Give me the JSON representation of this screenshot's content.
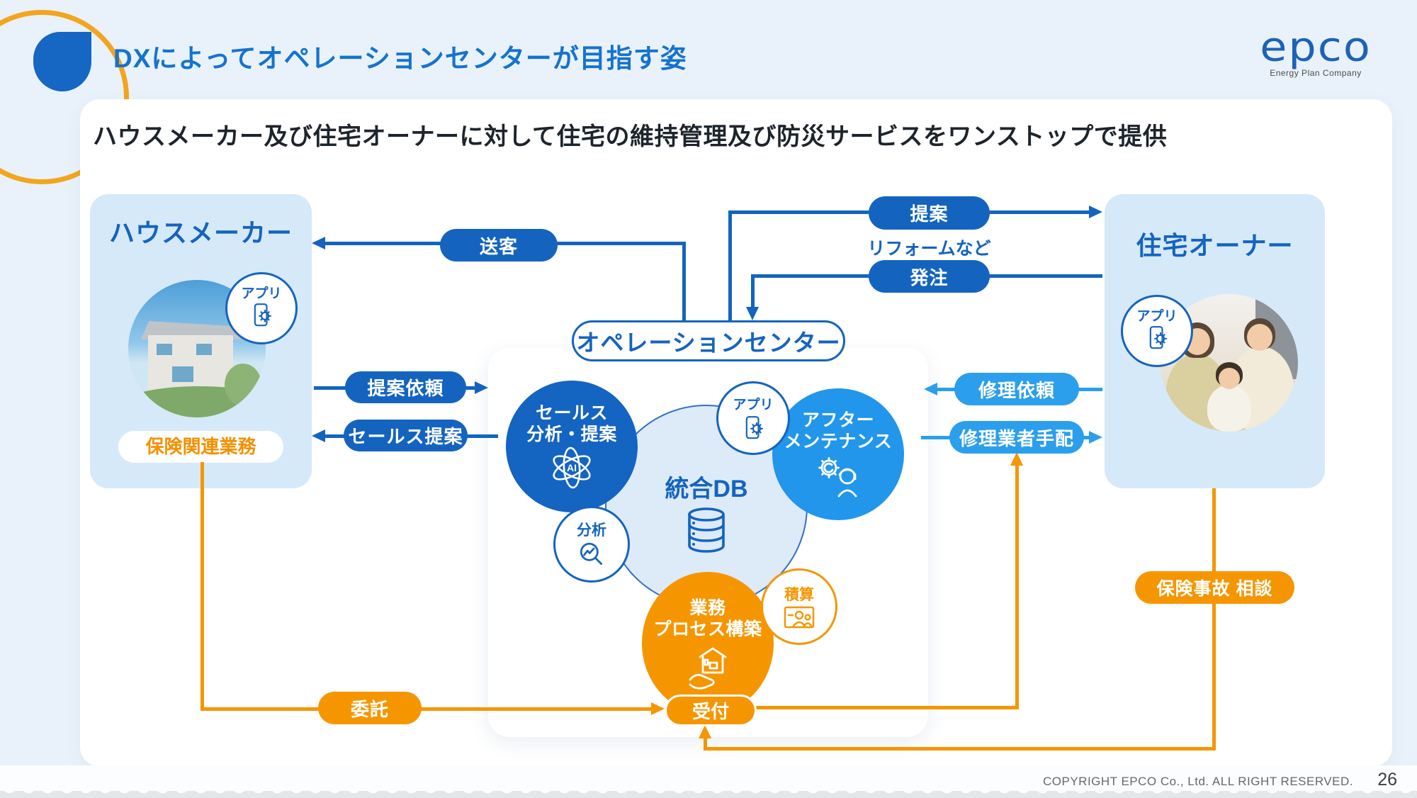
{
  "header": {
    "title": "DXによってオペレーションセンターが目指す姿"
  },
  "logo": {
    "word": "epco",
    "tagline": "Energy Plan Company"
  },
  "subtitle": "ハウスメーカー及び住宅オーナーに対して住宅の維持管理及び防災サービスをワンストップで提供",
  "left_box": {
    "title": "ハウスメーカー",
    "app_badge": "アプリ",
    "tag": "保険関連業務"
  },
  "right_box": {
    "title": "住宅オーナー",
    "app_badge": "アプリ"
  },
  "center": {
    "pill": "オペレーションセンター",
    "db": "統合DB",
    "sales": {
      "line1": "セールス",
      "line2": "分析・提案",
      "icon_text": "AI"
    },
    "analysis": "分析",
    "app": "アプリ",
    "after": {
      "line1": "アフター",
      "line2": "メンテナンス"
    },
    "process": {
      "line1": "業務",
      "line2": "プロセス構築"
    },
    "estimate": "積算",
    "reception": "受付"
  },
  "flows": {
    "soukyaku": "送客",
    "teian": "提案",
    "reform_note": "リフォームなど",
    "hacchu": "発注",
    "teian_irai": "提案依頼",
    "sales_teian": "セールス提案",
    "shuri_irai": "修理依頼",
    "shuri_tehai": "修理業者手配",
    "itaku": "委託",
    "hoken_jiko": "保険事故 相談"
  },
  "footer": {
    "copyright": "COPYRIGHT EPCO Co., Ltd. ALL RIGHT RESERVED.",
    "page": "26"
  },
  "colors": {
    "background": "#E9F2FA",
    "title_blue": "#1573CE",
    "dark_blue": "#1464BF",
    "light_blue_arrow": "#2B9FEC",
    "after_blue": "#2196EB",
    "orange": "#F59600",
    "box_light_blue": "#D6E9F8",
    "big_circle_fill": "#DDEAF8"
  }
}
